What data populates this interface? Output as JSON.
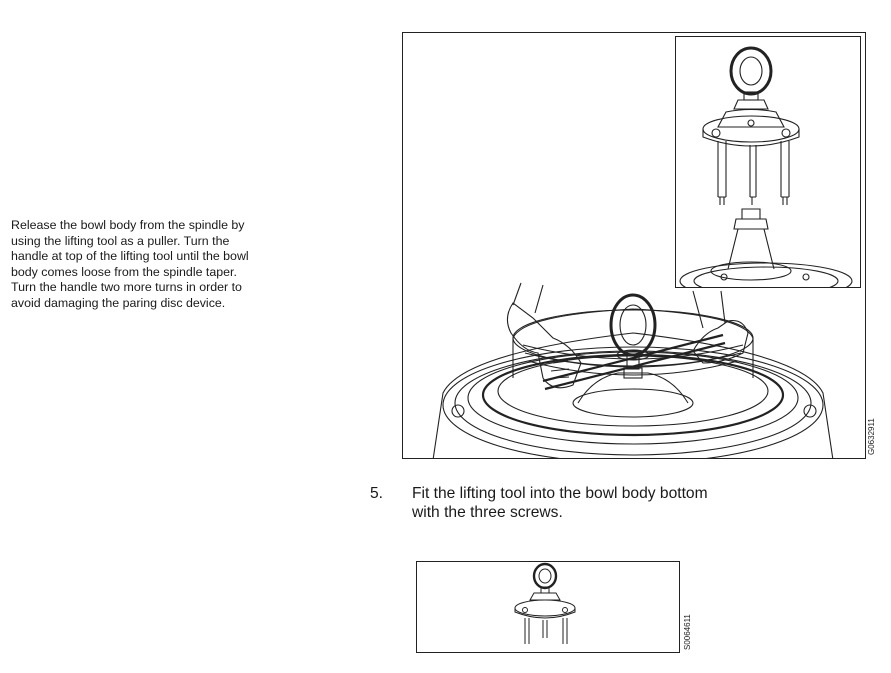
{
  "instruction": {
    "lines": [
      "Release the bowl body from the spindle by",
      "using the lifting tool as a puller. Turn the",
      "handle at top of the lifting tool until the bowl",
      "body comes loose from the spindle taper.",
      "Turn the handle two more turns in order to",
      "avoid damaging the paring disc device."
    ]
  },
  "figure_main": {
    "code": "G0632911"
  },
  "step5": {
    "number": "5.",
    "lines": [
      "Fit the lifting tool into the bowl body bottom",
      "with the three screws."
    ]
  },
  "figure_small": {
    "code": "S0064611"
  }
}
